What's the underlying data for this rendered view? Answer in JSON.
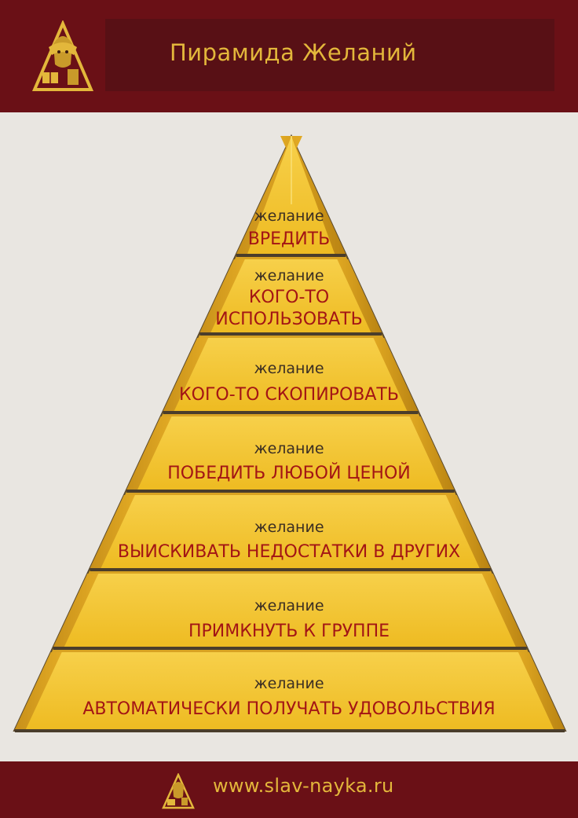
{
  "header": {
    "title": "Пирамида Желаний",
    "logo_icon": "sphinx-logo-icon"
  },
  "footer": {
    "url": "www.slav-nayka.ru",
    "logo_icon": "sphinx-logo-icon"
  },
  "colors": {
    "burgundy": "#6a1016",
    "gold_text": "#e3b73b",
    "gold_face": "#f3c22c",
    "red_text": "#a31515"
  },
  "pyramid": {
    "levels": [
      {
        "prefix": "желание",
        "lines": [
          "ВРЕДИТЬ"
        ]
      },
      {
        "prefix": "желание",
        "lines": [
          "КОГО-ТО",
          "ИСПОЛЬЗОВАТЬ"
        ]
      },
      {
        "prefix": "желание",
        "lines": [
          "КОГО-ТО СКОПИРОВАТЬ"
        ]
      },
      {
        "prefix": "желание",
        "lines": [
          "ПОБЕДИТЬ ЛЮБОЙ ЦЕНОЙ"
        ]
      },
      {
        "prefix": "желание",
        "lines": [
          "ВЫИСКИВАТЬ НЕДОСТАТКИ В ДРУГИХ"
        ]
      },
      {
        "prefix": "желание",
        "lines": [
          "ПРИМКНУТЬ К ГРУППЕ"
        ]
      },
      {
        "prefix": "желание",
        "lines": [
          "АВТОМАТИЧЕСКИ ПОЛУЧАТЬ УДОВОЛЬСТВИЯ"
        ]
      }
    ]
  }
}
